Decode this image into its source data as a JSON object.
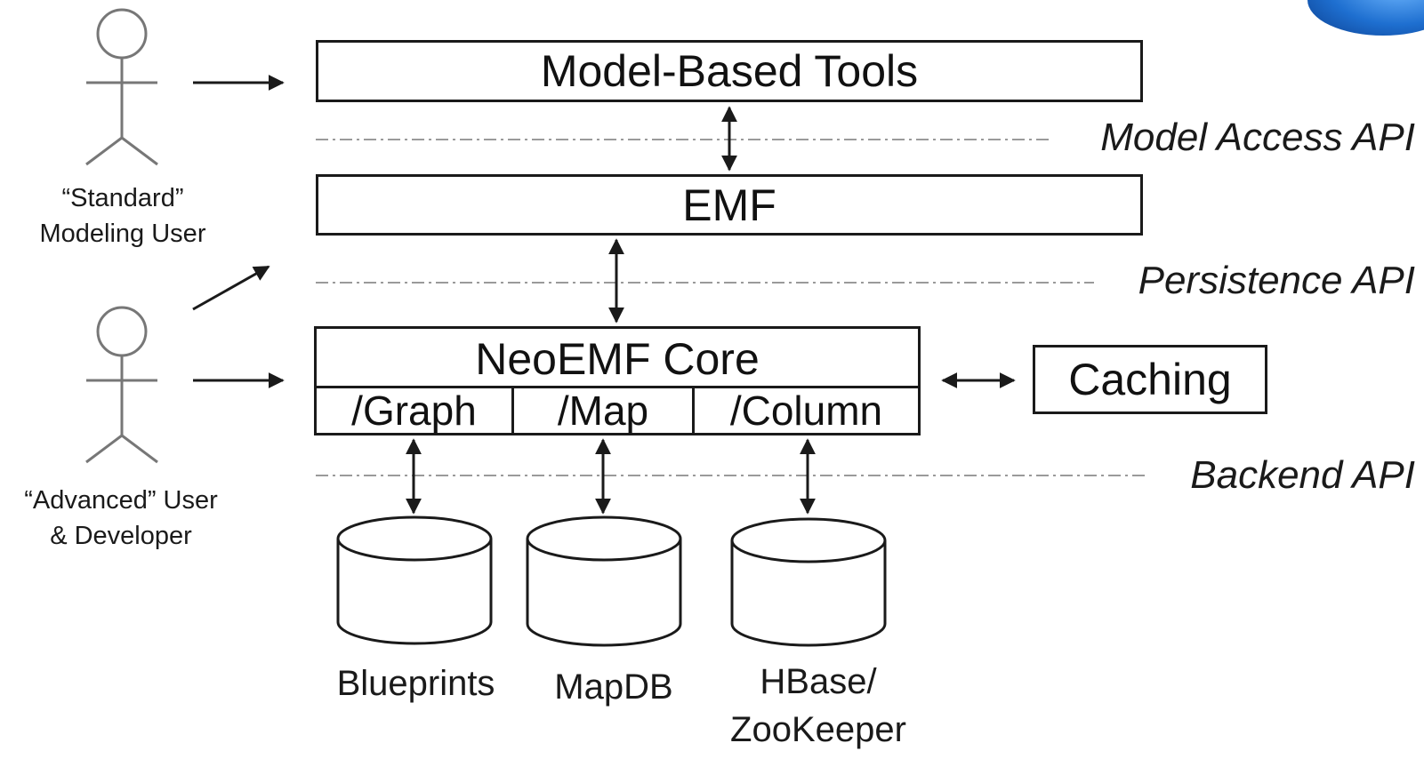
{
  "boxes": {
    "model_based_tools": "Model-Based Tools",
    "emf": "EMF",
    "neoemf_core": "NeoEMF Core",
    "caching": "Caching",
    "graph": "/Graph",
    "map": "/Map",
    "column": "/Column"
  },
  "apis": {
    "model_access": "Model Access API",
    "persistence": "Persistence API",
    "backend": "Backend API"
  },
  "actors": {
    "standard_line1": "“Standard”",
    "standard_line2": "Modeling User",
    "advanced_line1": "“Advanced” User",
    "advanced_line2": "& Developer"
  },
  "databases": {
    "blueprints": "Blueprints",
    "mapdb": "MapDB",
    "hbase_line1": "HBase/",
    "hbase_line2": "ZooKeeper"
  },
  "colors": {
    "stroke": "#1a1a1a",
    "dash": "#999999",
    "logo": "#1e6fd0"
  }
}
